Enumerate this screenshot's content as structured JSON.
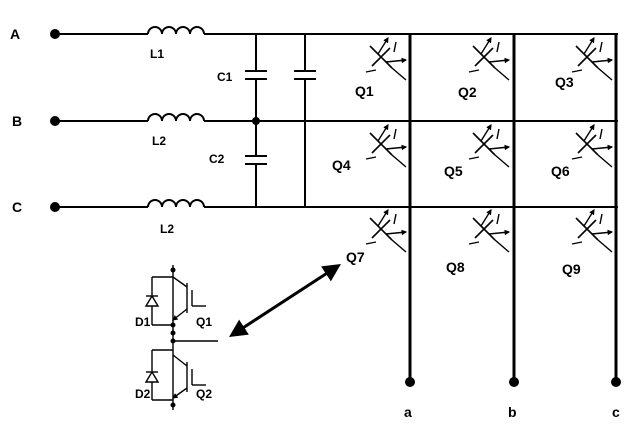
{
  "inputs": {
    "a": "A",
    "b": "B",
    "c": "C"
  },
  "inductors": {
    "l1": "L1",
    "l2_mid": "L2",
    "l2_bottom": "L2"
  },
  "capacitors": {
    "c1": "C1",
    "c2": "C2"
  },
  "switches": {
    "q1": "Q1",
    "q2": "Q2",
    "q3": "Q3",
    "q4": "Q4",
    "q5": "Q5",
    "q6": "Q6",
    "q7": "Q7",
    "q8": "Q8",
    "q9": "Q9"
  },
  "outputs": {
    "a": "a",
    "b": "b",
    "c": "c"
  },
  "detail": {
    "d1": "D1",
    "q1": "Q1",
    "d2": "D2",
    "q2": "Q2"
  }
}
